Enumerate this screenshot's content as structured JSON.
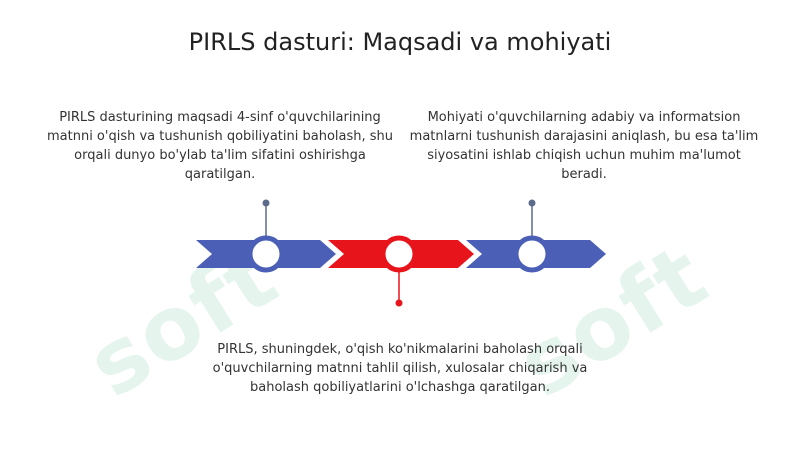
{
  "title": "PIRLS dasturi: Maqsadi va mohiyati",
  "watermark": "soft",
  "events": [
    {
      "id": "purpose",
      "text": "PIRLS dasturining maqsadi 4-sinf o'quvchilarining matnni o'qish va tushunish qobiliyatini baholash, shu orqali dunyo bo'ylab ta'lim sifatini oshirishga qaratilgan.",
      "color": "#4a5fb5",
      "position": "top"
    },
    {
      "id": "skills",
      "text": "PIRLS, shuningdek, o'qish ko'nikmalarini baholash orqali o'quvchilarning matnni tahlil qilish, xulosalar chiqarish va baholash qobiliyatlarini o'lchashga qaratilgan.",
      "color": "#e8141c",
      "position": "bottom"
    },
    {
      "id": "essence",
      "text": "Mohiyati o'quvchilarning adabiy va informatsion matnlarni tushunish darajasini aniqlash, bu esa ta'lim siyosatini ishlab chiqish uchun muhim ma'lumot beradi.",
      "color": "#4a5fb5",
      "position": "top"
    }
  ],
  "colors": {
    "blue": "#4a5fb5",
    "red": "#e8141c",
    "connector": "#5a6a8a"
  }
}
